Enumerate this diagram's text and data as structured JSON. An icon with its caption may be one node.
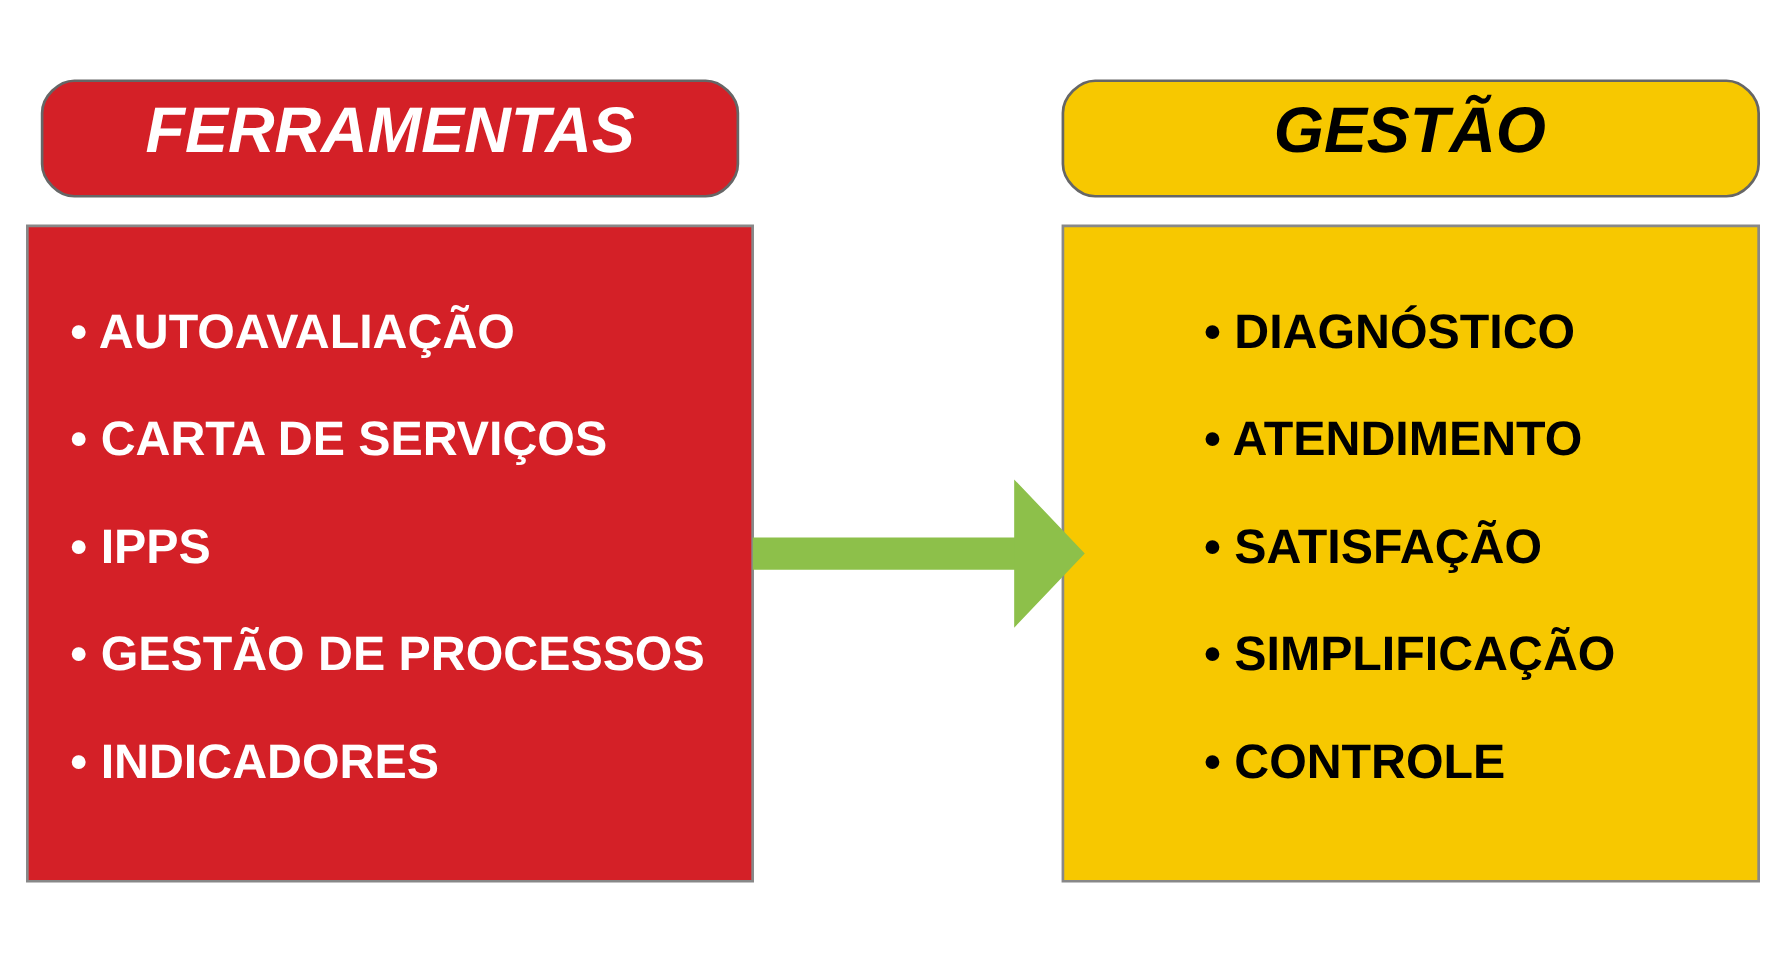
{
  "diagram": {
    "nodes": [
      {
        "text": [
          "FERRAMENTAS"
        ]
      },
      {
        "text": [
          "• AUTOAVALIAÇÃO",
          "• CARTA DE SERVIÇOS",
          "• IPPS",
          "• GESTÃO DE PROCESSOS",
          "• INDICADORES"
        ]
      },
      {
        "text": [
          "GESTÃO"
        ]
      },
      {
        "text": [
          "• DIAGNÓSTICO",
          "• ATENDIMENTO",
          "• SATISFAÇÃO",
          "• SIMPLIFICAÇÃO",
          "• CONTROLE"
        ]
      }
    ],
    "edges": [
      {
        "from": 1,
        "to": 3,
        "arrow": "to"
      }
    ]
  }
}
